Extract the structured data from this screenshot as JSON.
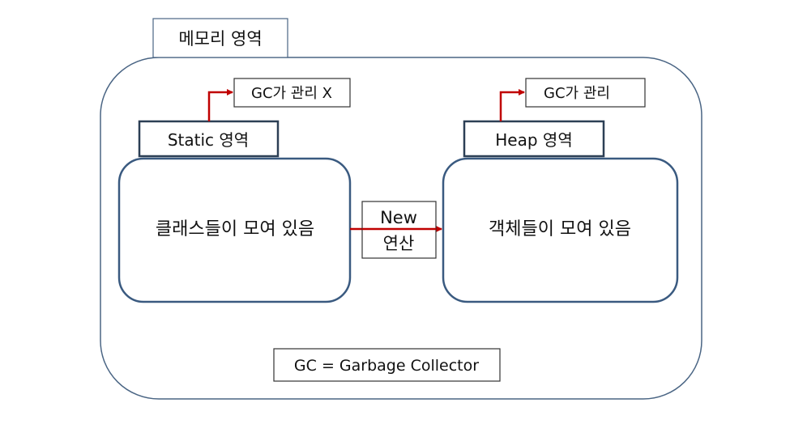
{
  "memory_area": {
    "label": "메모리 영역"
  },
  "static_area": {
    "label": "Static 영역",
    "content": "클래스들이 모여 있음",
    "gc_note": "GC가 관리 X"
  },
  "heap_area": {
    "label": "Heap 영역",
    "content": "객체들이 모여 있음",
    "gc_note": "GC가 관리"
  },
  "new_operation": {
    "line1": "New",
    "line2": "연산"
  },
  "gc_definition": "GC = Garbage Collector",
  "colors": {
    "outer_border": "#4a6584",
    "area_border": "#3a5a80",
    "label_border": "#2c3f55",
    "arrow": "#c00000",
    "text": "#111111"
  }
}
